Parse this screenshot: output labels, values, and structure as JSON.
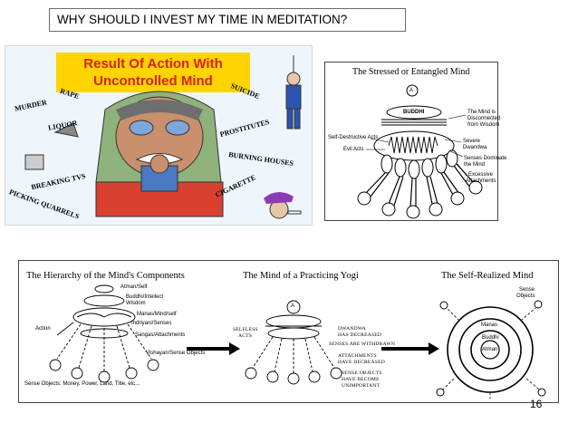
{
  "slide": {
    "title": "WHY SHOULD I INVEST MY TIME IN MEDITATION?",
    "page_number": "16"
  },
  "cartoon": {
    "banner_line1": "Result Of Action With",
    "banner_line2": "Uncontrolled Mind",
    "labels": {
      "murder": "MURDER",
      "rape": "RAPE",
      "liquor": "LIQUOR",
      "breaking_tvs": "BREAKING TVS",
      "picking_quarrels": "PICKING QUARRELS",
      "suicide": "SUICIDE",
      "prostitutes": "PROSTITUTES",
      "burning_houses": "BURNING HOUSES",
      "cigarette": "CIGARETTE"
    }
  },
  "stressed_mind": {
    "title": "The Stressed or Entangled Mind",
    "top_letter": "A",
    "buddhi": "BUDDHI",
    "disconnected_l1": "The Mind is",
    "disconnected_l2": "Disconnected",
    "disconnected_l3": "from Wisdom",
    "self_destructive": "Self-Destructive Acts",
    "evil_acts": "Evil Acts",
    "severe_l1": "Severe",
    "severe_l2": "Dwandwa",
    "senses_l1": "Senses Dominate",
    "senses_l2": "the Mind",
    "excessive_l1": "Excessive",
    "excessive_l2": "Attachments"
  },
  "hierarchy": {
    "title": "The Hierarchy of the Mind's Components",
    "atman": "Atman/Self",
    "buddhi_l1": "Buddhi/Intellect",
    "buddhi_l2": "Wisdom",
    "manas": "Manas/Mind/self",
    "indriyani": "Indriyani/Senses",
    "sangas": "Sangas/Attachments",
    "vishayan": "Vishayan/Sense Objects",
    "action": "Action",
    "sense_objects": "Sense Objects: Money, Power, Land, Title, etc..."
  },
  "yogi": {
    "title": "The Mind of a Practicing Yogi",
    "top_letter": "A",
    "selfless_l1": "SELFLESS",
    "selfless_l2": "ACTS",
    "dwandwa_l1": "DWANDWA",
    "dwandwa_l2": "HAS DECREASED",
    "senses": "SENSES ARE WITHDRAWN",
    "attach_l1": "ATTACHMENTS",
    "attach_l2": "HAVE DECREASED",
    "objects_l1": "SENSE OBJECTS",
    "objects_l2": "HAVE BECOME",
    "objects_l3": "UNIMPORTANT"
  },
  "realized": {
    "title": "The Self-Realized Mind",
    "sense_l1": "Sense",
    "sense_l2": "Objects",
    "manas": "Manas",
    "buddhi": "Buddhi",
    "atman": "Atman"
  },
  "colors": {
    "banner_bg": "#ffd400",
    "banner_text": "#d6221c",
    "cartoon_bg": "#eef6fb"
  }
}
